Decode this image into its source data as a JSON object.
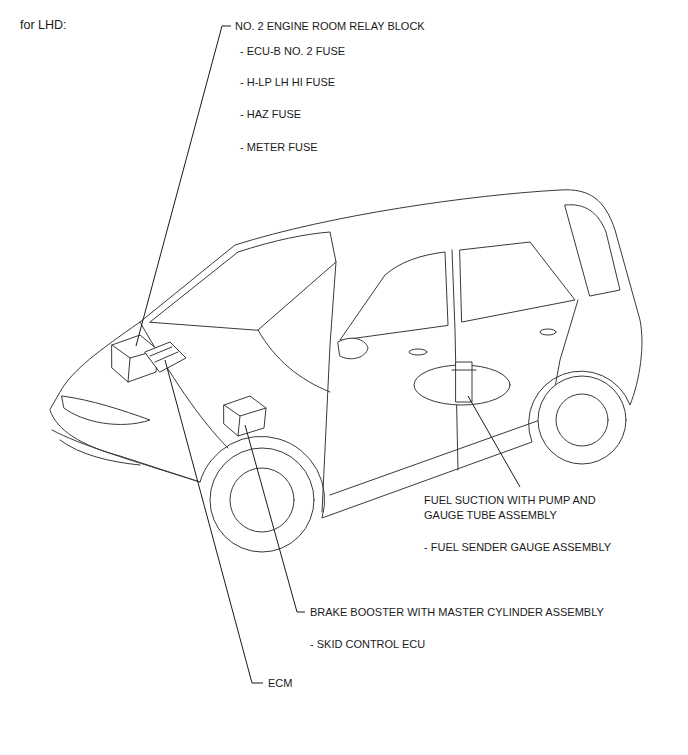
{
  "diagram": {
    "title": "for LHD:",
    "labels": [
      "NO. 2 ENGINE ROOM RELAY BLOCK",
      "- ECU-B NO. 2 FUSE",
      "- H-LP LH HI FUSE",
      "- HAZ FUSE",
      "- METER FUSE",
      "FUEL SUCTION WITH PUMP AND GAUGE TUBE ASSEMBLY",
      "- FUEL SENDER GAUGE ASSEMBLY",
      "BRAKE BOOSTER WITH MASTER CYLINDER ASSEMBLY",
      "- SKID CONTROL ECU",
      "ECM"
    ]
  }
}
